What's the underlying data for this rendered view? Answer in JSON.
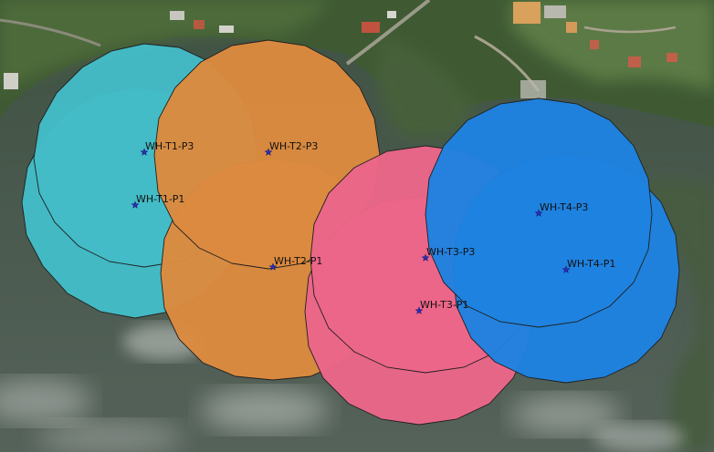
{
  "map": {
    "colors": {
      "T1": "#43bcc7",
      "T2": "#dc8a3f",
      "T3": "#eb6689",
      "T4": "#1e82e0"
    },
    "points": [
      {
        "id": "p1",
        "label": "WH-T1-P3",
        "group": "T1"
      },
      {
        "id": "p2",
        "label": "WH-T1-P1",
        "group": "T1"
      },
      {
        "id": "p3",
        "label": "WH-T2-P3",
        "group": "T2"
      },
      {
        "id": "p4",
        "label": "WH-T2-P1",
        "group": "T2"
      },
      {
        "id": "p5",
        "label": "WH-T3-P3",
        "group": "T3"
      },
      {
        "id": "p6",
        "label": "WH-T3-P1",
        "group": "T3"
      },
      {
        "id": "p7",
        "label": "WH-T4-P3",
        "group": "T4"
      },
      {
        "id": "p8",
        "label": "WH-T4-P1",
        "group": "T4"
      }
    ]
  }
}
